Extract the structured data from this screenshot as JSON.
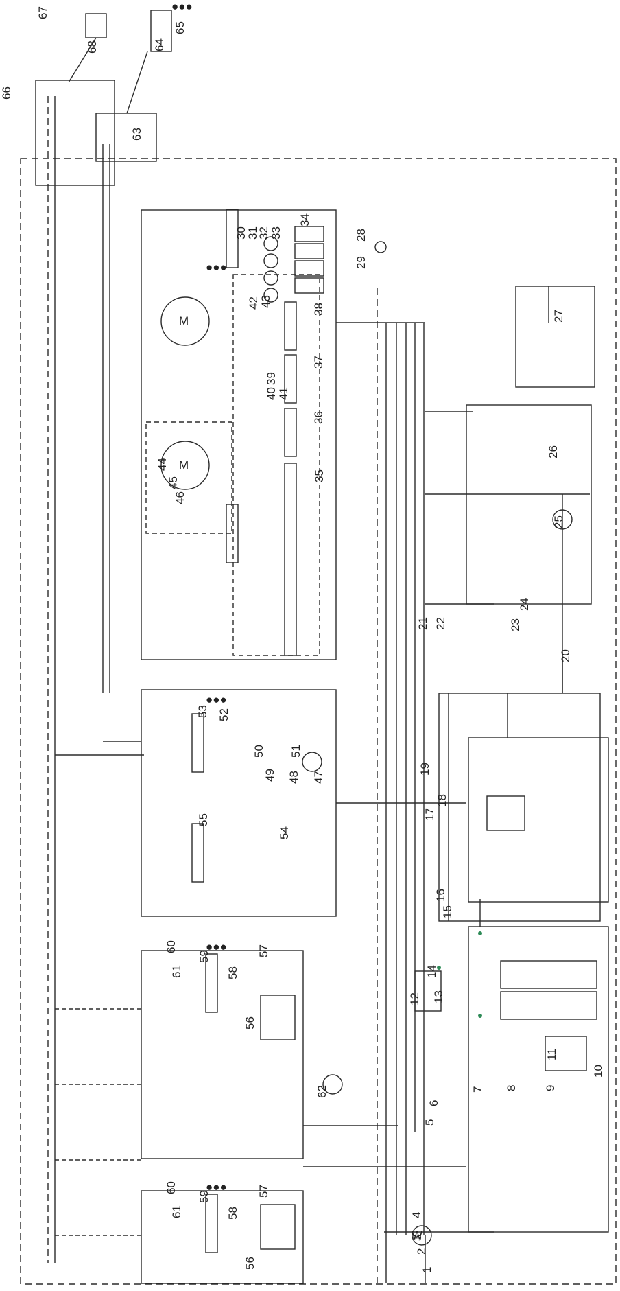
{
  "labels": [
    {
      "id": "1",
      "text": "1"
    },
    {
      "id": "2",
      "text": "2"
    },
    {
      "id": "3",
      "text": "3"
    },
    {
      "id": "4",
      "text": "4"
    },
    {
      "id": "5",
      "text": "5"
    },
    {
      "id": "6",
      "text": "6"
    },
    {
      "id": "7",
      "text": "7"
    },
    {
      "id": "8",
      "text": "8"
    },
    {
      "id": "9",
      "text": "9"
    },
    {
      "id": "10",
      "text": "10"
    },
    {
      "id": "11",
      "text": "11"
    },
    {
      "id": "12",
      "text": "12"
    },
    {
      "id": "13",
      "text": "13"
    },
    {
      "id": "14",
      "text": "14"
    },
    {
      "id": "15",
      "text": "15"
    },
    {
      "id": "16",
      "text": "16"
    },
    {
      "id": "17",
      "text": "17"
    },
    {
      "id": "18",
      "text": "18"
    },
    {
      "id": "19",
      "text": "19"
    },
    {
      "id": "20a",
      "text": "20"
    },
    {
      "id": "21",
      "text": "21"
    },
    {
      "id": "22",
      "text": "22"
    },
    {
      "id": "23",
      "text": "23"
    },
    {
      "id": "24",
      "text": "24"
    },
    {
      "id": "25",
      "text": "25"
    },
    {
      "id": "26",
      "text": "26"
    },
    {
      "id": "27",
      "text": "27"
    },
    {
      "id": "28",
      "text": "28"
    },
    {
      "id": "29",
      "text": "29"
    },
    {
      "id": "30",
      "text": "30"
    },
    {
      "id": "31",
      "text": "31"
    },
    {
      "id": "32",
      "text": "32"
    },
    {
      "id": "33",
      "text": "33"
    },
    {
      "id": "34",
      "text": "34"
    },
    {
      "id": "35",
      "text": "35"
    },
    {
      "id": "36",
      "text": "36"
    },
    {
      "id": "37",
      "text": "37"
    },
    {
      "id": "38",
      "text": "38"
    },
    {
      "id": "39",
      "text": "39"
    },
    {
      "id": "40",
      "text": "40"
    },
    {
      "id": "41",
      "text": "41"
    },
    {
      "id": "42",
      "text": "42"
    },
    {
      "id": "43",
      "text": "43"
    },
    {
      "id": "44",
      "text": "44"
    },
    {
      "id": "45",
      "text": "45"
    },
    {
      "id": "46",
      "text": "46"
    },
    {
      "id": "47",
      "text": "47"
    },
    {
      "id": "48",
      "text": "48"
    },
    {
      "id": "49",
      "text": "49"
    },
    {
      "id": "50",
      "text": "50"
    },
    {
      "id": "51",
      "text": "51"
    },
    {
      "id": "52",
      "text": "52"
    },
    {
      "id": "53",
      "text": "53"
    },
    {
      "id": "54",
      "text": "54"
    },
    {
      "id": "55",
      "text": "55"
    },
    {
      "id": "56a",
      "text": "56"
    },
    {
      "id": "56b",
      "text": "56"
    },
    {
      "id": "57a",
      "text": "57"
    },
    {
      "id": "57b",
      "text": "57"
    },
    {
      "id": "58a",
      "text": "58"
    },
    {
      "id": "58b",
      "text": "58"
    },
    {
      "id": "59a",
      "text": "59"
    },
    {
      "id": "59b",
      "text": "59"
    },
    {
      "id": "60a",
      "text": "60"
    },
    {
      "id": "60b",
      "text": "60"
    },
    {
      "id": "61a",
      "text": "61"
    },
    {
      "id": "61b",
      "text": "61"
    },
    {
      "id": "62",
      "text": "62"
    },
    {
      "id": "63",
      "text": "63"
    },
    {
      "id": "64",
      "text": "64"
    },
    {
      "id": "65",
      "text": "65"
    },
    {
      "id": "66",
      "text": "66"
    },
    {
      "id": "67",
      "text": "67"
    },
    {
      "id": "68",
      "text": "68"
    }
  ],
  "symbols": {
    "dots": "●●●",
    "motor": "M",
    "filter": "W"
  },
  "colors": {
    "line": "#2b2b2b",
    "accent": "#2e8b57",
    "background": "#ffffff"
  }
}
